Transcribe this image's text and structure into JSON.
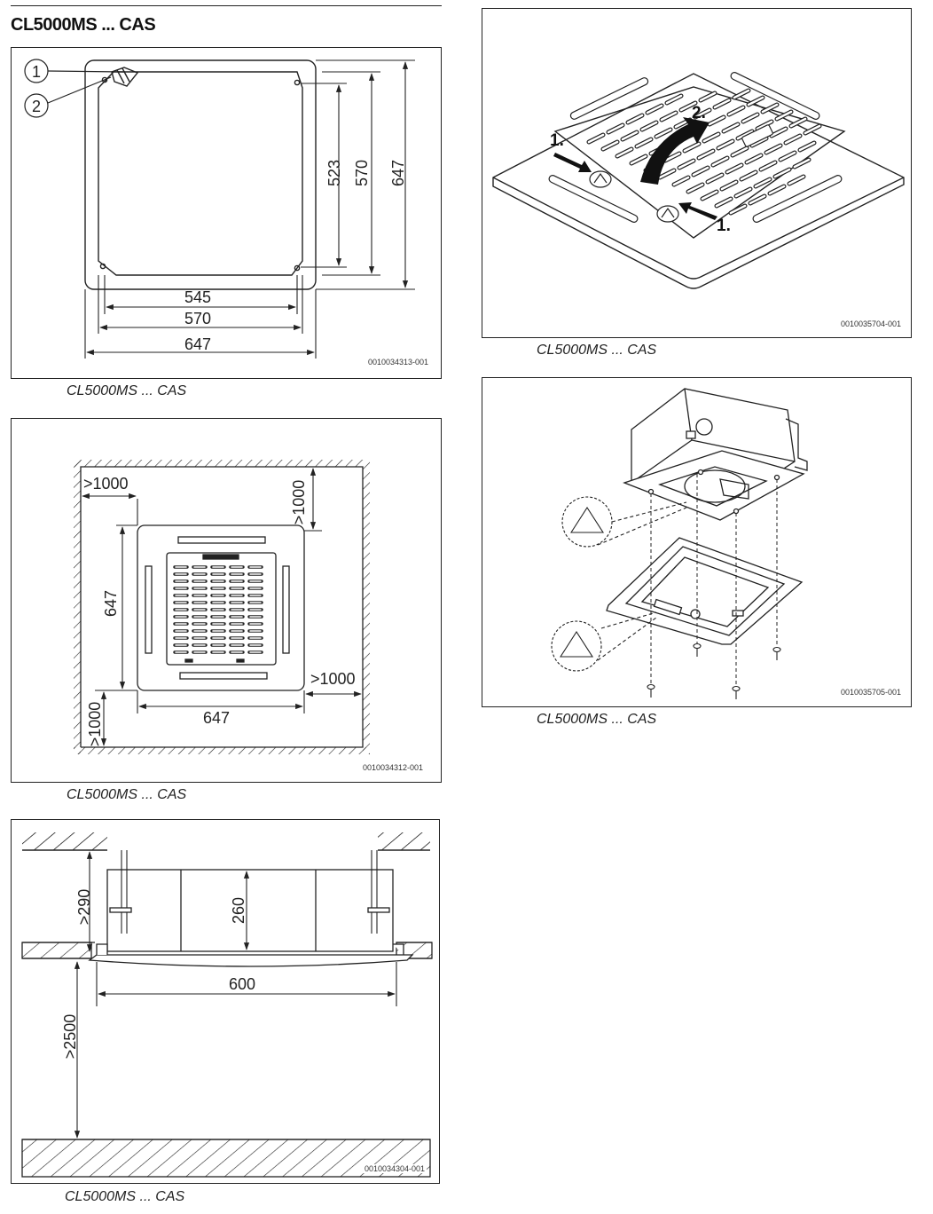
{
  "page": {
    "title": "CL5000MS ... CAS"
  },
  "figures": {
    "fig1": {
      "code": "0010034313-001",
      "caption": "CL5000MS ... CAS",
      "callouts": [
        "1",
        "2"
      ],
      "dims": {
        "d523": "523",
        "d570v": "570",
        "d647v": "647",
        "d545": "545",
        "d570h": "570",
        "d647h": "647"
      }
    },
    "fig2": {
      "code": "0010034312-001",
      "caption": "CL5000MS ... CAS",
      "dims": {
        "left_gap": ">1000",
        "top_gap": ">1000",
        "height": "647",
        "right_gap": ">1000",
        "bottom_gap": ">1000",
        "width": "647"
      }
    },
    "fig3": {
      "code": "0010034304-001",
      "caption": "CL5000MS ... CAS",
      "dims": {
        "d290": ">290",
        "d260": "260",
        "d600": "600",
        "d2500": ">2500"
      }
    },
    "fig4": {
      "code": "0010035704-001",
      "caption": "CL5000MS ... CAS",
      "steps": {
        "step1a": "1.",
        "step2": "2.",
        "step1b": "1."
      }
    },
    "fig5": {
      "code": "0010035705-001",
      "caption": "CL5000MS ... CAS"
    }
  }
}
